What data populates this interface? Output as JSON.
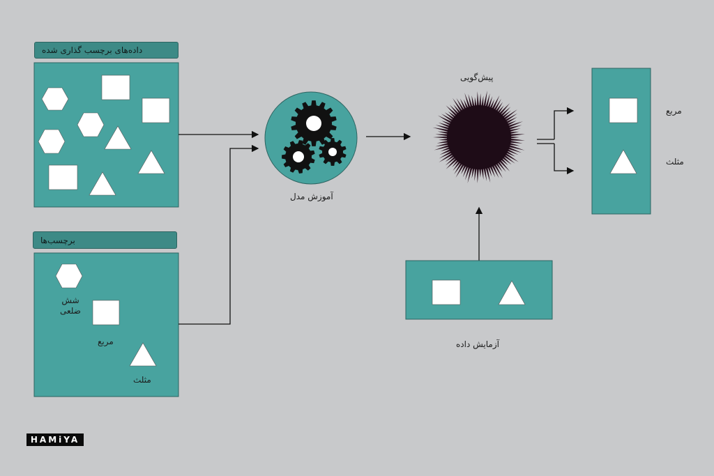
{
  "brand": "HAMiYA",
  "labeled_data": {
    "title": "داده‌های برچسب گذاری شده"
  },
  "labels_panel": {
    "title": "برچسب‌ها",
    "hexagon": "شش ضلعی",
    "square": "مربع",
    "triangle": "مثلث"
  },
  "model_training": {
    "label": "آموزش مدل"
  },
  "prediction": {
    "label": "پیش‌گویی"
  },
  "test_data": {
    "label": "آزمایش داده"
  },
  "output": {
    "square": "مربع",
    "triangle": "مثلث"
  },
  "colors": {
    "background": "#c8c9cb",
    "teal": "#48a39f",
    "teal_header": "#3d8a86",
    "gear": "#111111",
    "burst": "#2a1320"
  }
}
